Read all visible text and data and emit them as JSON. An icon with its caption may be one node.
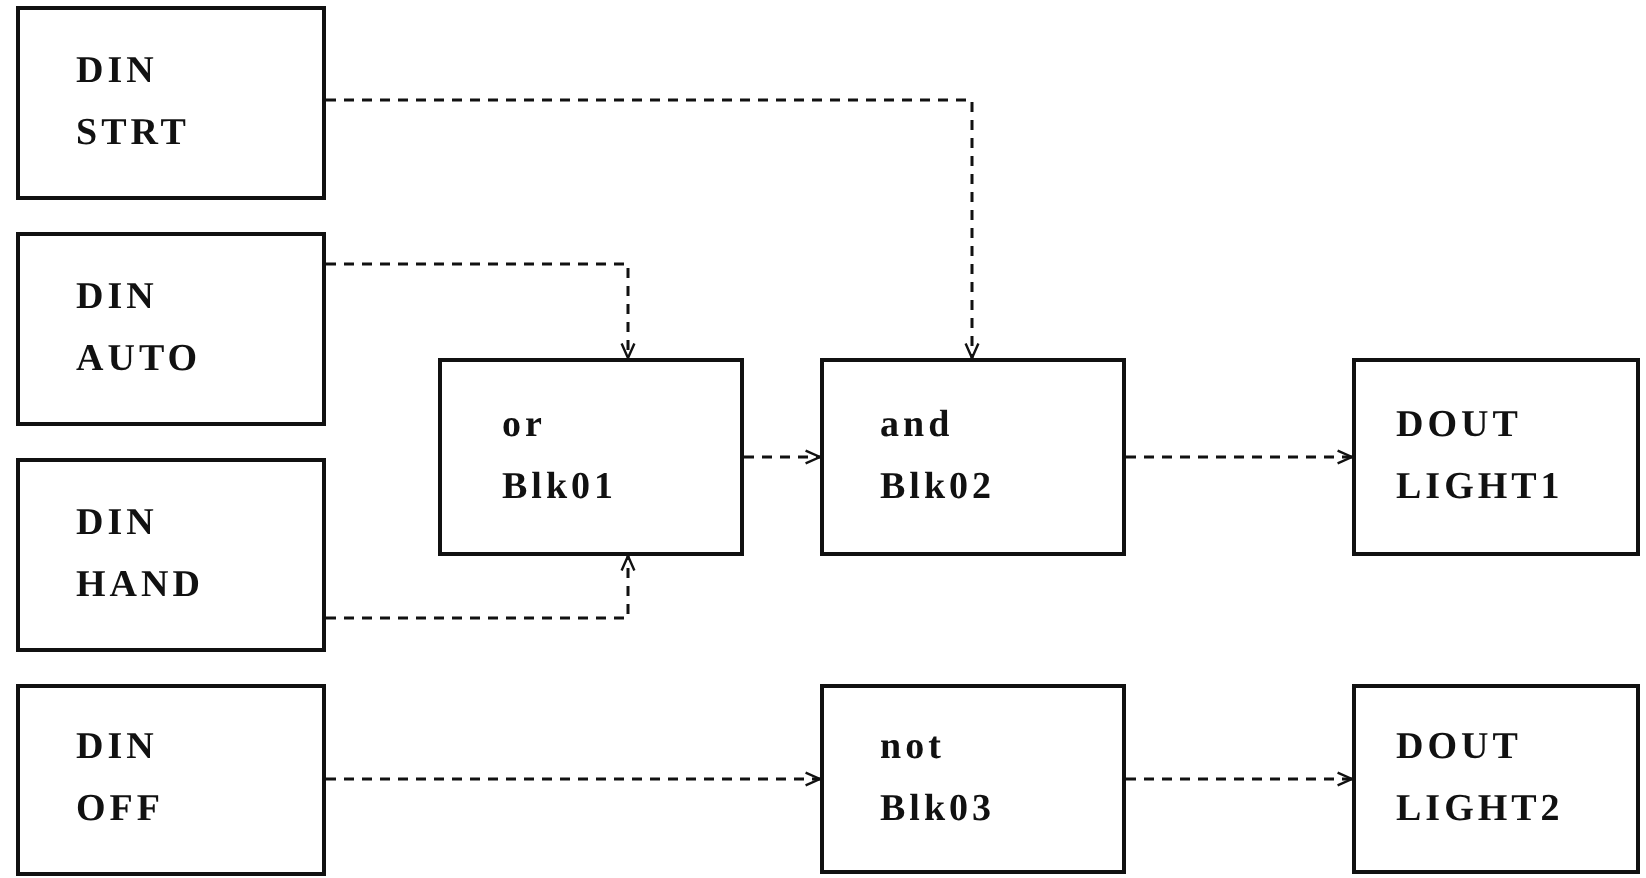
{
  "diagram": {
    "nodes": [
      {
        "text": [
          "DIN",
          "STRT"
        ]
      },
      {
        "text": [
          "DIN",
          "AUTO"
        ]
      },
      {
        "text": [
          "DIN",
          "HAND"
        ]
      },
      {
        "text": [
          "DIN",
          "OFF"
        ]
      },
      {
        "text": [
          "or",
          "Blk01"
        ]
      },
      {
        "text": [
          "and",
          "Blk02"
        ]
      },
      {
        "text": [
          "DOUT",
          "LIGHT1"
        ]
      },
      {
        "text": [
          "not",
          "Blk03"
        ]
      },
      {
        "text": [
          "DOUT",
          "LIGHT2"
        ]
      }
    ],
    "edges": [
      {
        "from": 0,
        "to": 5,
        "arrow": "to",
        "style": "dashed"
      },
      {
        "from": 1,
        "to": 4,
        "arrow": "to",
        "style": "dashed"
      },
      {
        "from": 2,
        "to": 4,
        "arrow": "to",
        "style": "dashed"
      },
      {
        "from": 4,
        "to": 5,
        "arrow": "to",
        "style": "dashed"
      },
      {
        "from": 5,
        "to": 6,
        "arrow": "to",
        "style": "dashed"
      },
      {
        "from": 3,
        "to": 7,
        "arrow": "to",
        "style": "dashed"
      },
      {
        "from": 7,
        "to": 8,
        "arrow": "to",
        "style": "dashed"
      }
    ]
  }
}
